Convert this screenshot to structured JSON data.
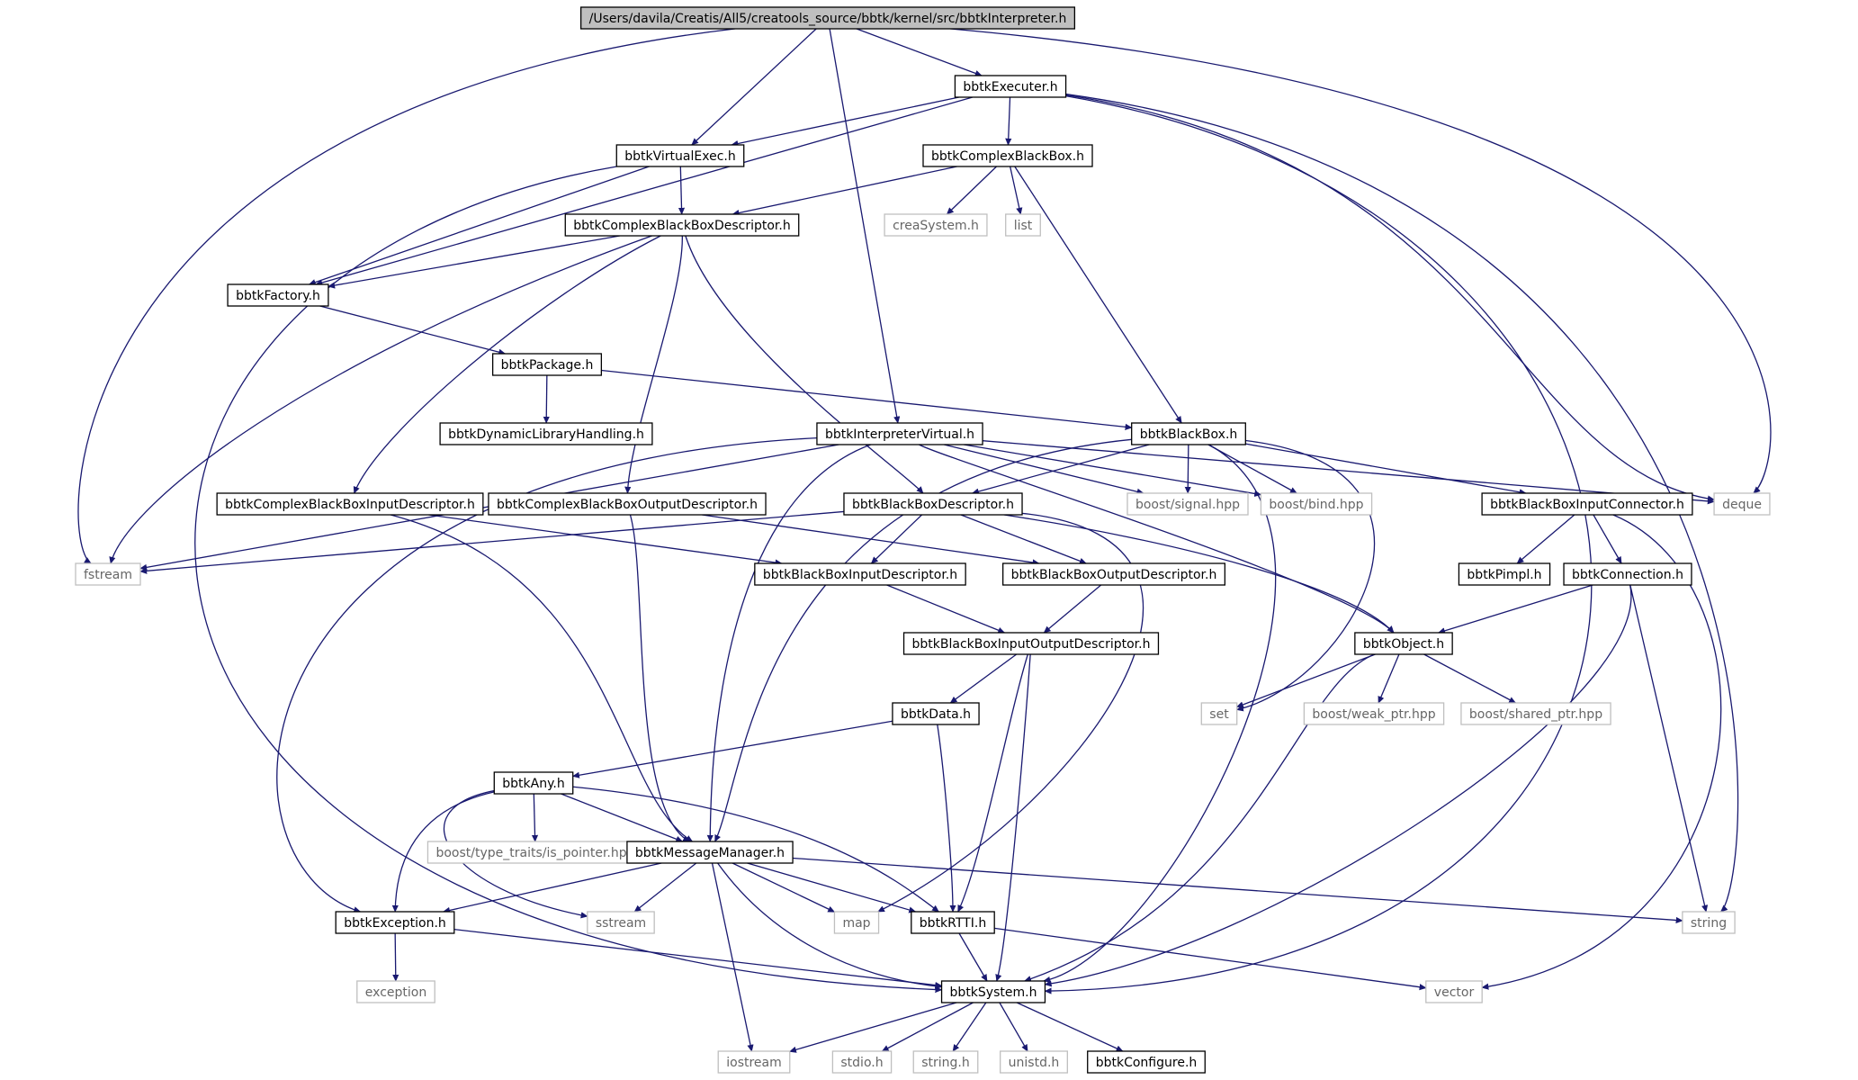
{
  "colors": {
    "edge": "#191970",
    "root_fill": "#bfbfbf",
    "node_border": "#000000",
    "external_border": "#bfbfbf",
    "external_text": "#666666",
    "text": "#000000"
  },
  "nodes": [
    {
      "id": "root",
      "label": "/Users/davila/Creatis/All5/creatools_source/bbtk/kernel/src/bbtkInterpreter.h",
      "kind": "root"
    },
    {
      "id": "executer",
      "label": "bbtkExecuter.h",
      "kind": "internal"
    },
    {
      "id": "virtualexec",
      "label": "bbtkVirtualExec.h",
      "kind": "internal"
    },
    {
      "id": "complexbb",
      "label": "bbtkComplexBlackBox.h",
      "kind": "internal"
    },
    {
      "id": "cbbdesc",
      "label": "bbtkComplexBlackBoxDescriptor.h",
      "kind": "internal"
    },
    {
      "id": "creasystem",
      "label": "creaSystem.h",
      "kind": "external"
    },
    {
      "id": "list",
      "label": "list",
      "kind": "external"
    },
    {
      "id": "factory",
      "label": "bbtkFactory.h",
      "kind": "internal"
    },
    {
      "id": "package",
      "label": "bbtkPackage.h",
      "kind": "internal"
    },
    {
      "id": "dynlib",
      "label": "bbtkDynamicLibraryHandling.h",
      "kind": "internal"
    },
    {
      "id": "interpvirtual",
      "label": "bbtkInterpreterVirtual.h",
      "kind": "internal"
    },
    {
      "id": "blackbox",
      "label": "bbtkBlackBox.h",
      "kind": "internal"
    },
    {
      "id": "cbbinputdesc",
      "label": "bbtkComplexBlackBoxInputDescriptor.h",
      "kind": "internal"
    },
    {
      "id": "cbboutputdesc",
      "label": "bbtkComplexBlackBoxOutputDescriptor.h",
      "kind": "internal"
    },
    {
      "id": "bbdesc",
      "label": "bbtkBlackBoxDescriptor.h",
      "kind": "internal"
    },
    {
      "id": "signal",
      "label": "boost/signal.hpp",
      "kind": "external"
    },
    {
      "id": "bind",
      "label": "boost/bind.hpp",
      "kind": "external"
    },
    {
      "id": "bbinputconn",
      "label": "bbtkBlackBoxInputConnector.h",
      "kind": "internal"
    },
    {
      "id": "deque",
      "label": "deque",
      "kind": "external"
    },
    {
      "id": "fstream",
      "label": "fstream",
      "kind": "external"
    },
    {
      "id": "bbinputdesc",
      "label": "bbtkBlackBoxInputDescriptor.h",
      "kind": "internal"
    },
    {
      "id": "bboutputdesc",
      "label": "bbtkBlackBoxOutputDescriptor.h",
      "kind": "internal"
    },
    {
      "id": "pimpl",
      "label": "bbtkPimpl.h",
      "kind": "internal"
    },
    {
      "id": "connection",
      "label": "bbtkConnection.h",
      "kind": "internal"
    },
    {
      "id": "bbiodesc",
      "label": "bbtkBlackBoxInputOutputDescriptor.h",
      "kind": "internal"
    },
    {
      "id": "object",
      "label": "bbtkObject.h",
      "kind": "internal"
    },
    {
      "id": "data",
      "label": "bbtkData.h",
      "kind": "internal"
    },
    {
      "id": "set",
      "label": "set",
      "kind": "external"
    },
    {
      "id": "weakptr",
      "label": "boost/weak_ptr.hpp",
      "kind": "external"
    },
    {
      "id": "sharedptr",
      "label": "boost/shared_ptr.hpp",
      "kind": "external"
    },
    {
      "id": "any",
      "label": "bbtkAny.h",
      "kind": "internal"
    },
    {
      "id": "ispointer",
      "label": "boost/type_traits/is_pointer.hpp",
      "kind": "external"
    },
    {
      "id": "msgmgr",
      "label": "bbtkMessageManager.h",
      "kind": "internal"
    },
    {
      "id": "exception",
      "label": "bbtkException.h",
      "kind": "internal"
    },
    {
      "id": "sstream",
      "label": "sstream",
      "kind": "external"
    },
    {
      "id": "map",
      "label": "map",
      "kind": "external"
    },
    {
      "id": "rtti",
      "label": "bbtkRTTI.h",
      "kind": "internal"
    },
    {
      "id": "string",
      "label": "string",
      "kind": "external"
    },
    {
      "id": "stdexception",
      "label": "exception",
      "kind": "external"
    },
    {
      "id": "system",
      "label": "bbtkSystem.h",
      "kind": "internal"
    },
    {
      "id": "vector",
      "label": "vector",
      "kind": "external"
    },
    {
      "id": "iostream",
      "label": "iostream",
      "kind": "external"
    },
    {
      "id": "stdio",
      "label": "stdio.h",
      "kind": "external"
    },
    {
      "id": "stringh",
      "label": "string.h",
      "kind": "external"
    },
    {
      "id": "unistd",
      "label": "unistd.h",
      "kind": "external"
    },
    {
      "id": "configure",
      "label": "bbtkConfigure.h",
      "kind": "internal"
    }
  ],
  "edges": [
    {
      "from": "root",
      "to": "executer"
    },
    {
      "from": "root",
      "to": "virtualexec"
    },
    {
      "from": "root",
      "to": "interpvirtual"
    },
    {
      "from": "root",
      "to": "fstream"
    },
    {
      "from": "root",
      "to": "deque"
    },
    {
      "from": "executer",
      "to": "virtualexec"
    },
    {
      "from": "executer",
      "to": "complexbb"
    },
    {
      "from": "executer",
      "to": "factory"
    },
    {
      "from": "executer",
      "to": "deque"
    },
    {
      "from": "executer",
      "to": "string"
    },
    {
      "from": "executer",
      "to": "system"
    },
    {
      "from": "virtualexec",
      "to": "cbbdesc"
    },
    {
      "from": "virtualexec",
      "to": "factory"
    },
    {
      "from": "virtualexec",
      "to": "system"
    },
    {
      "from": "complexbb",
      "to": "cbbdesc"
    },
    {
      "from": "complexbb",
      "to": "creasystem"
    },
    {
      "from": "complexbb",
      "to": "list"
    },
    {
      "from": "complexbb",
      "to": "blackbox"
    },
    {
      "from": "cbbdesc",
      "to": "factory"
    },
    {
      "from": "cbbdesc",
      "to": "cbbinputdesc"
    },
    {
      "from": "cbbdesc",
      "to": "cbboutputdesc"
    },
    {
      "from": "cbbdesc",
      "to": "bbdesc"
    },
    {
      "from": "cbbdesc",
      "to": "fstream"
    },
    {
      "from": "factory",
      "to": "package"
    },
    {
      "from": "package",
      "to": "dynlib"
    },
    {
      "from": "package",
      "to": "blackbox"
    },
    {
      "from": "interpvirtual",
      "to": "fstream"
    },
    {
      "from": "interpvirtual",
      "to": "exception"
    },
    {
      "from": "interpvirtual",
      "to": "msgmgr"
    },
    {
      "from": "interpvirtual",
      "to": "signal"
    },
    {
      "from": "interpvirtual",
      "to": "bind"
    },
    {
      "from": "interpvirtual",
      "to": "deque"
    },
    {
      "from": "interpvirtual",
      "to": "object"
    },
    {
      "from": "blackbox",
      "to": "bbdesc"
    },
    {
      "from": "blackbox",
      "to": "signal"
    },
    {
      "from": "blackbox",
      "to": "bind"
    },
    {
      "from": "blackbox",
      "to": "bbinputconn"
    },
    {
      "from": "blackbox",
      "to": "msgmgr"
    },
    {
      "from": "blackbox",
      "to": "set"
    },
    {
      "from": "blackbox",
      "to": "system"
    },
    {
      "from": "cbbinputdesc",
      "to": "bbinputdesc"
    },
    {
      "from": "cbbinputdesc",
      "to": "msgmgr"
    },
    {
      "from": "cbboutputdesc",
      "to": "bboutputdesc"
    },
    {
      "from": "cbboutputdesc",
      "to": "msgmgr"
    },
    {
      "from": "bbdesc",
      "to": "bbinputdesc"
    },
    {
      "from": "bbdesc",
      "to": "bboutputdesc"
    },
    {
      "from": "bbdesc",
      "to": "object"
    },
    {
      "from": "bbdesc",
      "to": "fstream"
    },
    {
      "from": "bbdesc",
      "to": "map"
    },
    {
      "from": "bbinputconn",
      "to": "pimpl"
    },
    {
      "from": "bbinputconn",
      "to": "connection"
    },
    {
      "from": "bbinputconn",
      "to": "vector"
    },
    {
      "from": "bbinputdesc",
      "to": "bbiodesc"
    },
    {
      "from": "bboutputdesc",
      "to": "bbiodesc"
    },
    {
      "from": "connection",
      "to": "object"
    },
    {
      "from": "connection",
      "to": "string"
    },
    {
      "from": "connection",
      "to": "system"
    },
    {
      "from": "bbiodesc",
      "to": "data"
    },
    {
      "from": "bbiodesc",
      "to": "rtti"
    },
    {
      "from": "bbiodesc",
      "to": "system"
    },
    {
      "from": "object",
      "to": "set"
    },
    {
      "from": "object",
      "to": "weakptr"
    },
    {
      "from": "object",
      "to": "sharedptr"
    },
    {
      "from": "object",
      "to": "system"
    },
    {
      "from": "data",
      "to": "any"
    },
    {
      "from": "data",
      "to": "rtti"
    },
    {
      "from": "any",
      "to": "ispointer"
    },
    {
      "from": "any",
      "to": "msgmgr"
    },
    {
      "from": "any",
      "to": "exception"
    },
    {
      "from": "any",
      "to": "sstream"
    },
    {
      "from": "any",
      "to": "rtti"
    },
    {
      "from": "msgmgr",
      "to": "exception"
    },
    {
      "from": "msgmgr",
      "to": "sstream"
    },
    {
      "from": "msgmgr",
      "to": "map"
    },
    {
      "from": "msgmgr",
      "to": "rtti"
    },
    {
      "from": "msgmgr",
      "to": "string"
    },
    {
      "from": "msgmgr",
      "to": "iostream"
    },
    {
      "from": "msgmgr",
      "to": "system"
    },
    {
      "from": "exception",
      "to": "stdexception"
    },
    {
      "from": "exception",
      "to": "system"
    },
    {
      "from": "rtti",
      "to": "system"
    },
    {
      "from": "rtti",
      "to": "vector"
    },
    {
      "from": "system",
      "to": "iostream"
    },
    {
      "from": "system",
      "to": "stdio"
    },
    {
      "from": "system",
      "to": "stringh"
    },
    {
      "from": "system",
      "to": "unistd"
    },
    {
      "from": "system",
      "to": "configure"
    }
  ]
}
